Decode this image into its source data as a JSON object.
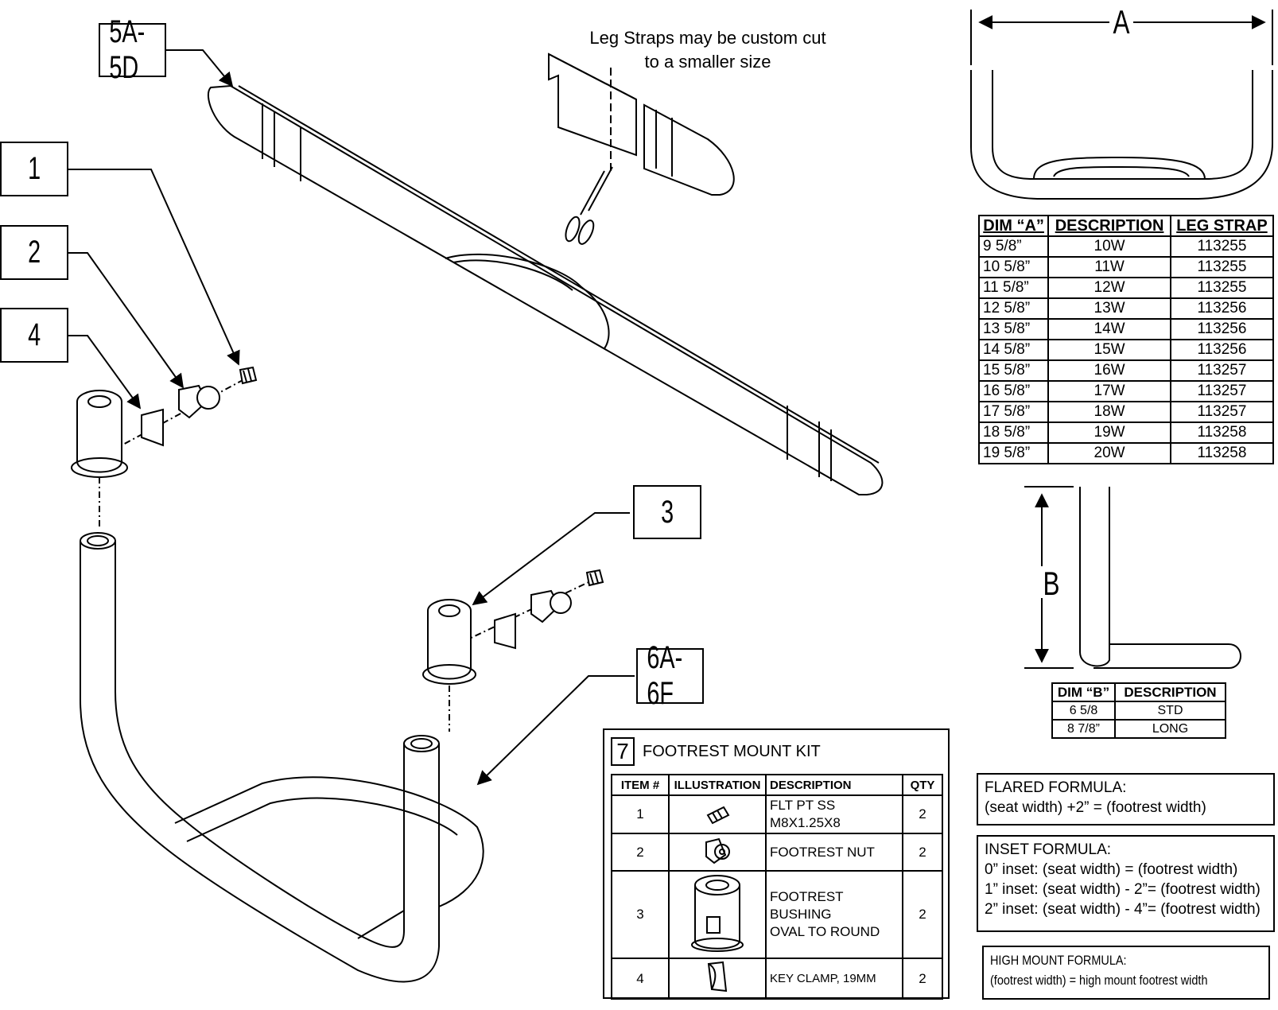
{
  "callouts": {
    "c5a5d": "5A-5D",
    "c1": "1",
    "c2": "2",
    "c4": "4",
    "c3": "3",
    "c6a6f": "6A-6F"
  },
  "note": {
    "line1": "Leg Straps may be custom cut",
    "line2": "to a smaller size"
  },
  "dimensions": {
    "a": "A",
    "b": "B"
  },
  "dim_a_table": {
    "headers": [
      "DIM “A”",
      "DESCRIPTION",
      "LEG STRAP"
    ],
    "rows": [
      [
        "9 5/8”",
        "10W",
        "113255"
      ],
      [
        "10 5/8”",
        "11W",
        "113255"
      ],
      [
        "11 5/8”",
        "12W",
        "113255"
      ],
      [
        "12 5/8”",
        "13W",
        "113256"
      ],
      [
        "13 5/8”",
        "14W",
        "113256"
      ],
      [
        "14 5/8”",
        "15W",
        "113256"
      ],
      [
        "15 5/8”",
        "16W",
        "113257"
      ],
      [
        "16 5/8”",
        "17W",
        "113257"
      ],
      [
        "17 5/8”",
        "18W",
        "113257"
      ],
      [
        "18 5/8”",
        "19W",
        "113258"
      ],
      [
        "19 5/8”",
        "20W",
        "113258"
      ]
    ]
  },
  "dim_b_table": {
    "headers": [
      "DIM “B”",
      "DESCRIPTION"
    ],
    "rows": [
      [
        "6 5/8",
        "STD"
      ],
      [
        "8 7/8”",
        "LONG"
      ]
    ]
  },
  "formulas": {
    "flared": {
      "title": "FLARED FORMULA:",
      "line1": "(seat width) +2”  = (footrest width)"
    },
    "inset": {
      "title": "INSET FORMULA:",
      "line1": "0” inset: (seat width)      = (footrest width)",
      "line2": "1” inset: (seat width) - 2”= (footrest width)",
      "line3": "2” inset: (seat width) - 4”= (footrest width)"
    },
    "high_mount": {
      "title": "HIGH MOUNT FORMULA:",
      "line1": "(footrest width)  = high mount footrest width"
    }
  },
  "kit": {
    "number": "7",
    "title": "FOOTREST MOUNT KIT",
    "headers": [
      "ITEM #",
      "ILLUSTRATION",
      "DESCRIPTION",
      "QTY"
    ],
    "rows": [
      {
        "item": "1",
        "icon": "set-screw-icon",
        "desc1": "FLT PT SS",
        "desc2": "M8X1.25X8",
        "desc3": "",
        "qty": "2"
      },
      {
        "item": "2",
        "icon": "footrest-nut-icon",
        "desc1": "FOOTREST NUT",
        "desc2": "",
        "desc3": "",
        "qty": "2"
      },
      {
        "item": "3",
        "icon": "footrest-bushing-icon",
        "desc1": "FOOTREST",
        "desc2": "BUSHING",
        "desc3": "OVAL TO ROUND",
        "qty": "2"
      },
      {
        "item": "4",
        "icon": "key-clamp-icon",
        "desc1": "KEY CLAMP, 19MM",
        "desc2": "",
        "desc3": "",
        "qty": "2"
      }
    ]
  }
}
